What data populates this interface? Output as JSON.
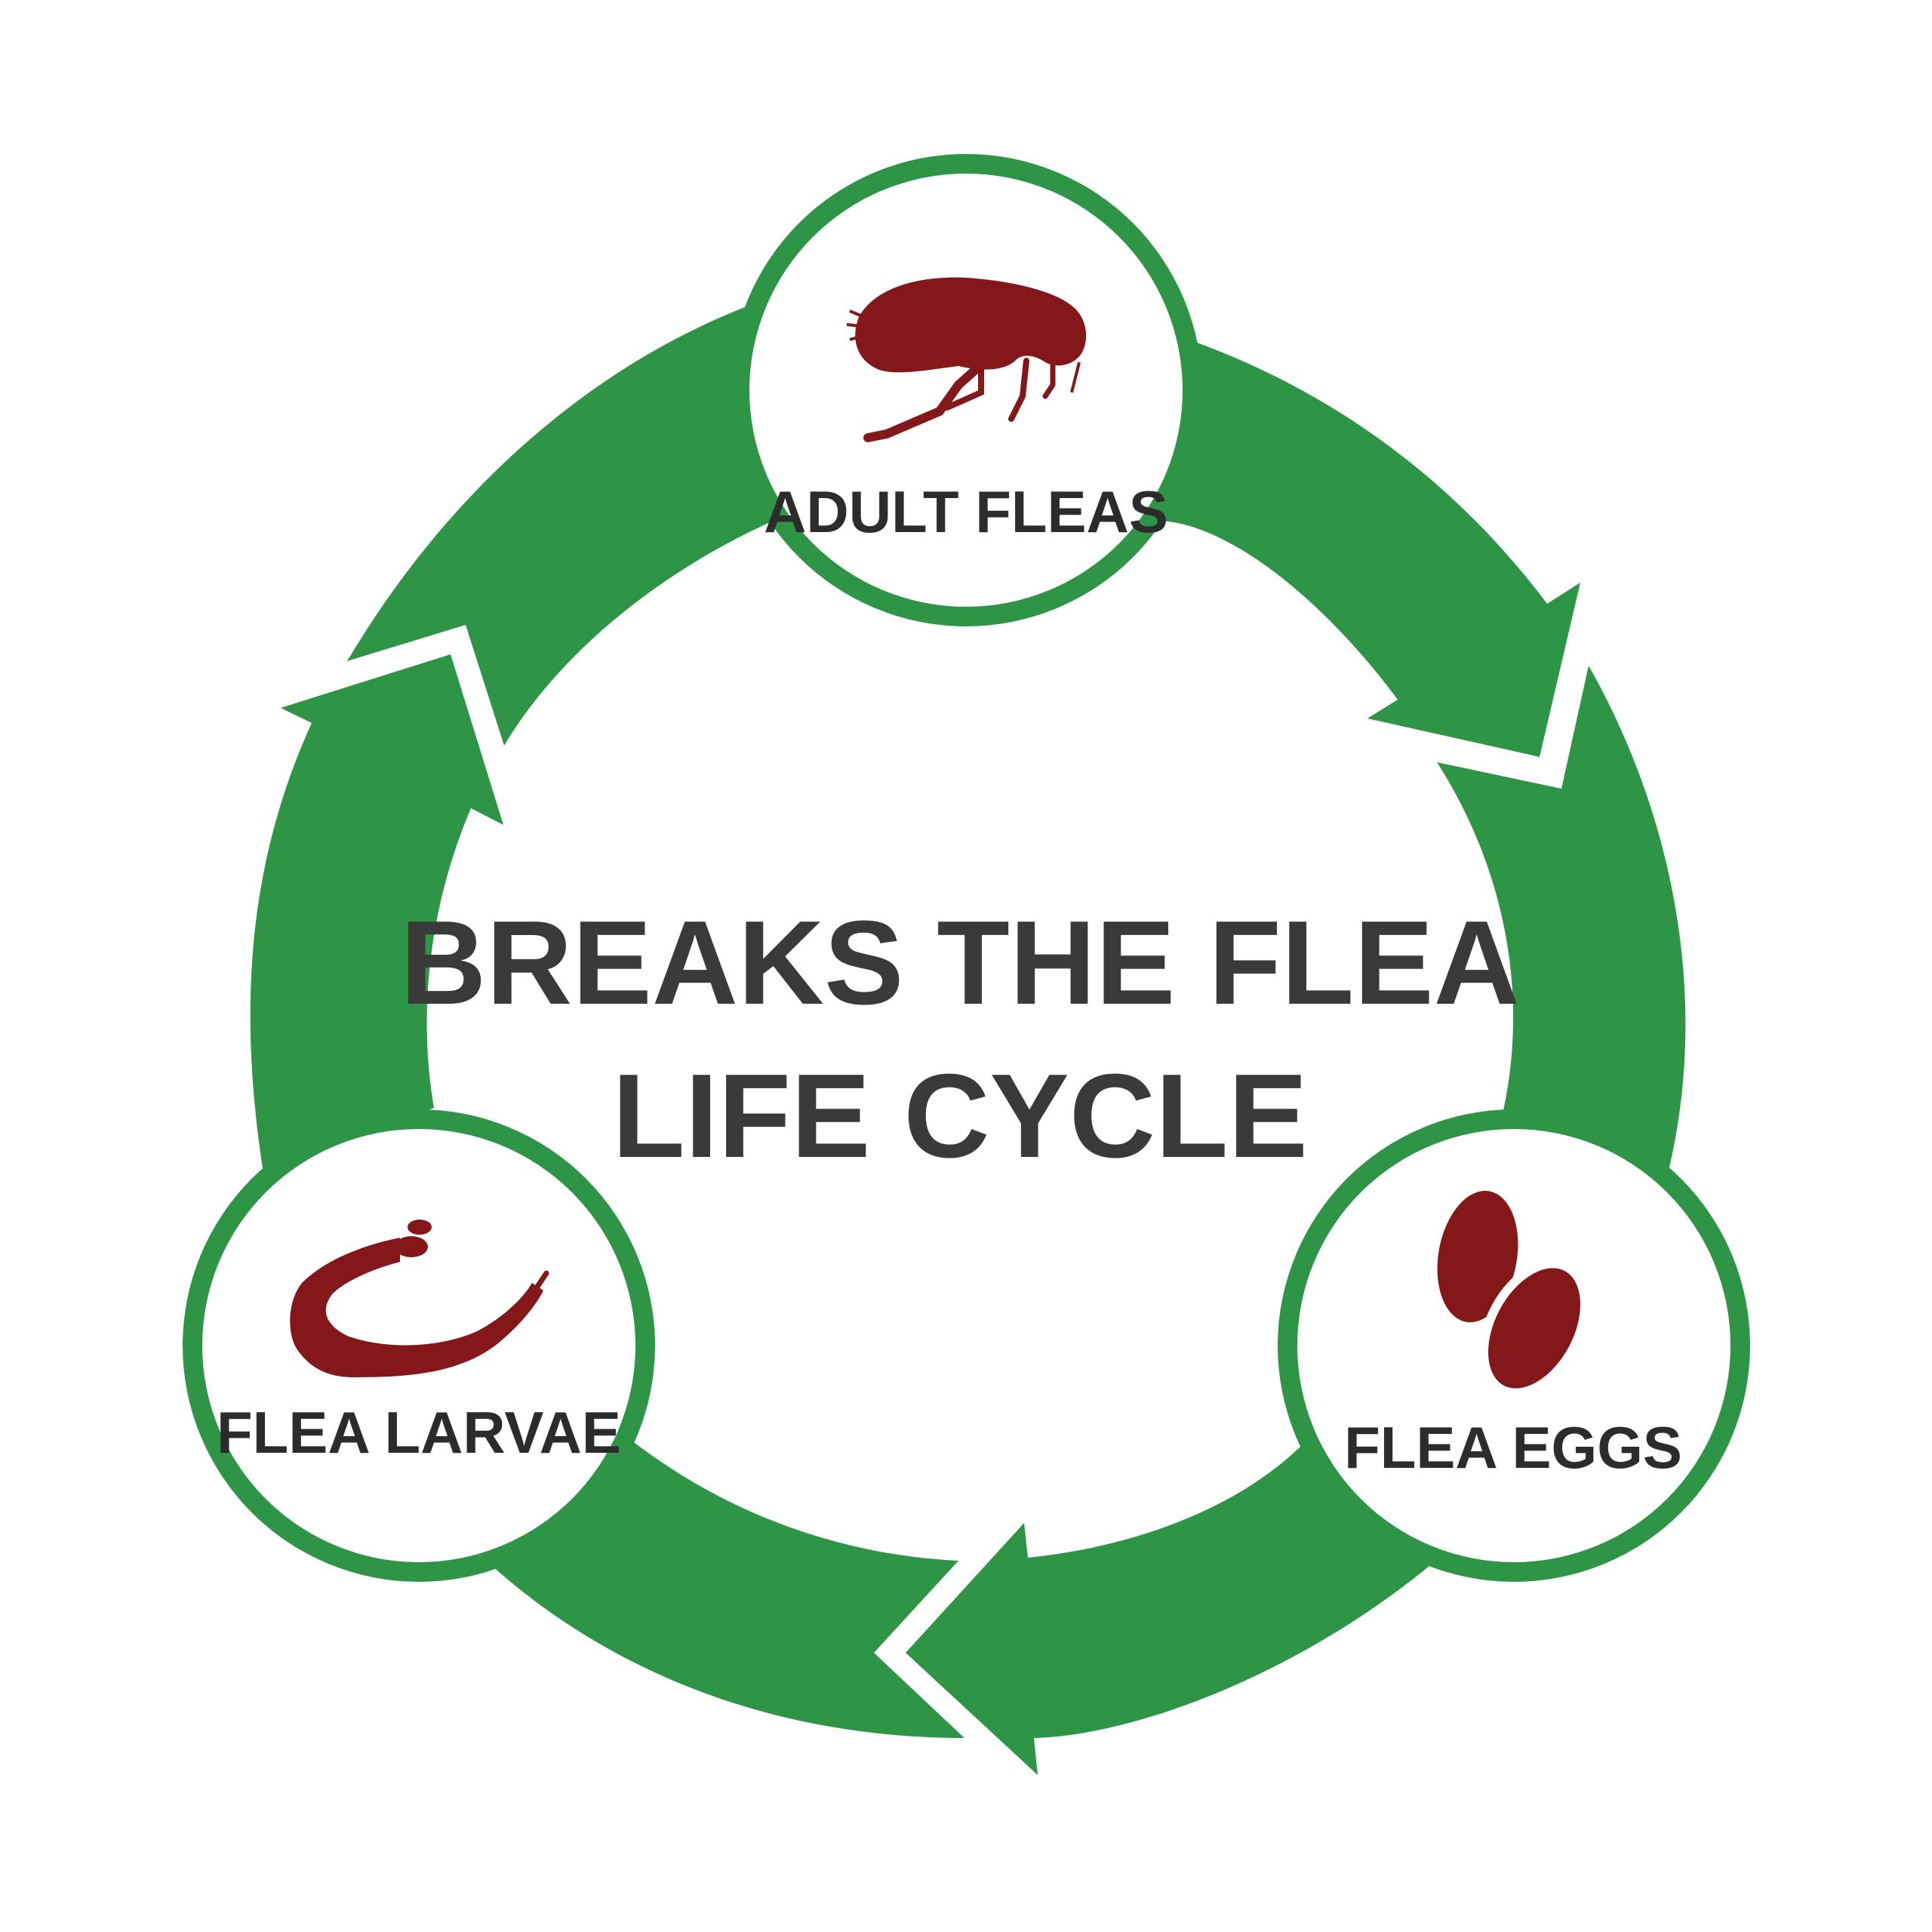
{
  "title": {
    "line1": "BREAKS THE FLEA",
    "line2": "LIFE CYCLE"
  },
  "stages": [
    {
      "label": "ADULT FLEAS",
      "icon": "adult-flea-icon"
    },
    {
      "label": "FLEA EGGS",
      "icon": "flea-eggs-icon"
    },
    {
      "label": "FLEA LARVAE",
      "icon": "flea-larva-icon"
    }
  ],
  "colors": {
    "ring_green": "#2e9547",
    "icon_maroon": "#841719",
    "title_text": "#3a3a3a",
    "label_text": "#2c2c2c",
    "background": "#ffffff"
  }
}
